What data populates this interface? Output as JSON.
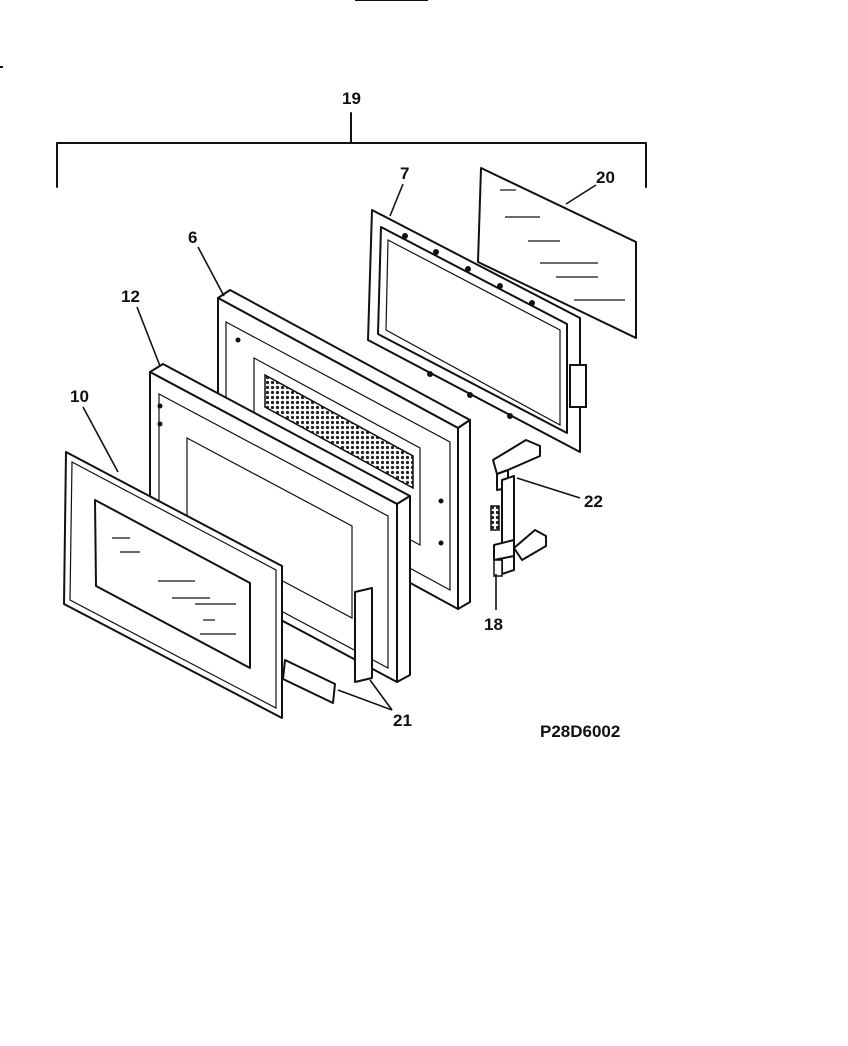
{
  "diagram": {
    "callouts": {
      "c19": "19",
      "c7": "7",
      "c20": "20",
      "c6": "6",
      "c12": "12",
      "c10": "10",
      "c22": "22",
      "c18": "18",
      "c21": "21"
    },
    "drawing_code": "P28D6002"
  }
}
